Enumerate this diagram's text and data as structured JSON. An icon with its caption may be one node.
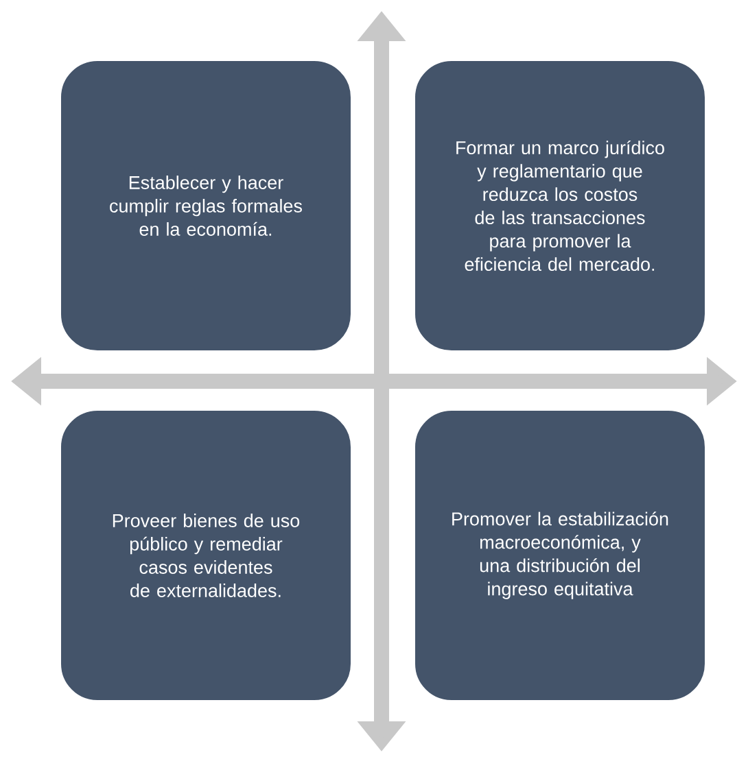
{
  "diagram": {
    "nodes": [
      {
        "text": [
          "Establecer y hacer cumplir reglas formales en la economía."
        ]
      },
      {
        "text": [
          "Formar un marco jurídico y reglamentario que reduzca los costos de las transacciones para promover la eficiencia del mercado."
        ]
      },
      {
        "text": [
          "Proveer bienes de uso público y remediar casos evidentes de externalidades."
        ]
      },
      {
        "text": [
          "Promover la estabilización macroeconómica, y una distribución del ingreso equitativa"
        ]
      }
    ]
  }
}
